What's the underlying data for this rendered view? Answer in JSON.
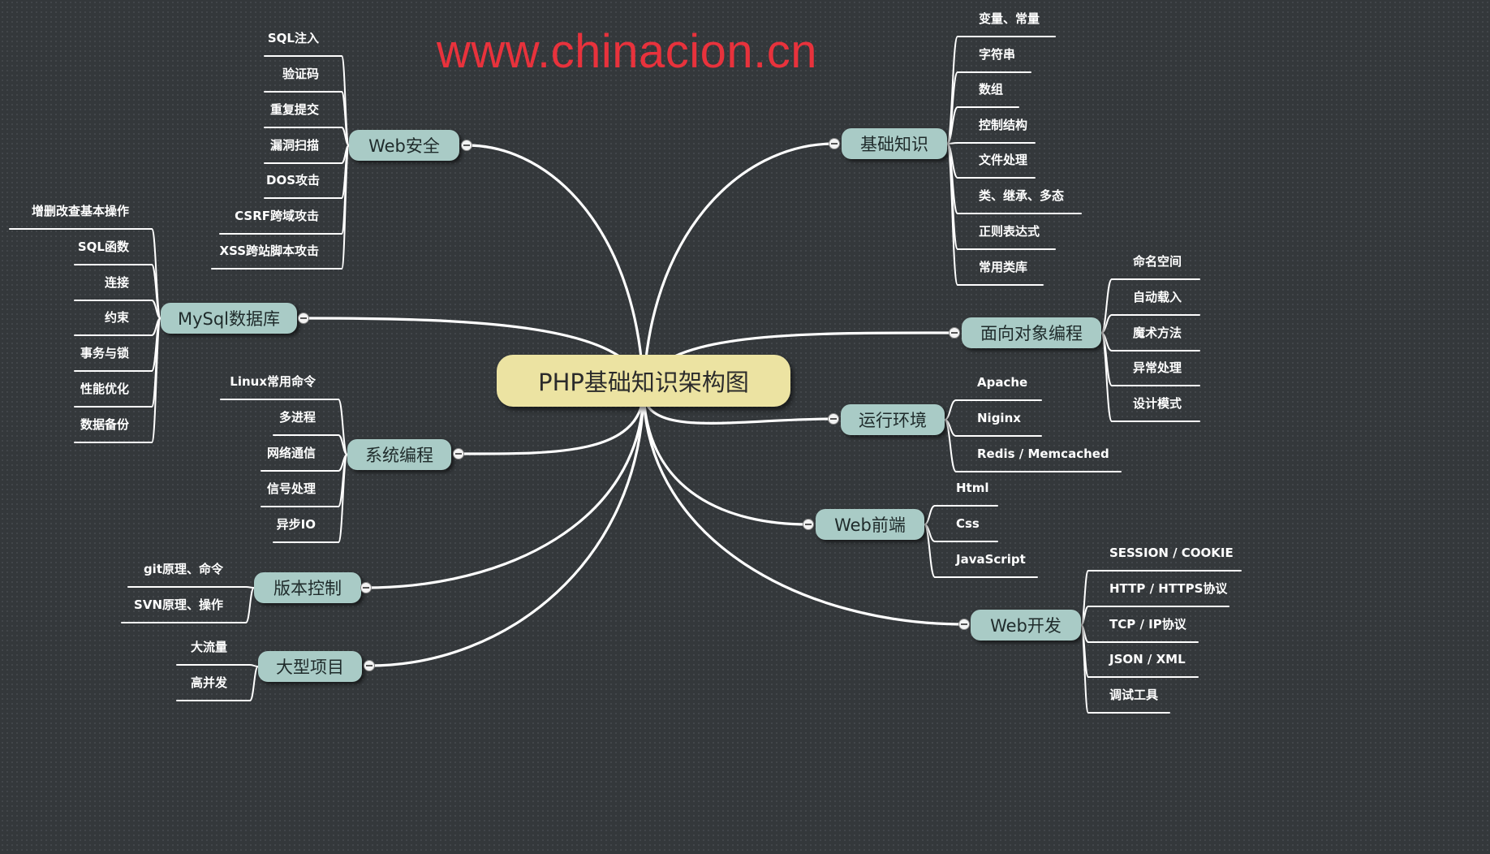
{
  "watermark": "www.chinacion.cn",
  "center": "PHP基础知识架构图",
  "branches": [
    {
      "label": "Web安全",
      "side": "left",
      "leaves": [
        "SQL注入",
        "验证码",
        "重复提交",
        "漏洞扫描",
        "DOS攻击",
        "CSRF跨域攻击",
        "XSS跨站脚本攻击"
      ]
    },
    {
      "label": "MySql数据库",
      "side": "left",
      "leaves": [
        "增删改查基本操作",
        "SQL函数",
        "连接",
        "约束",
        "事务与锁",
        "性能优化",
        "数据备份"
      ]
    },
    {
      "label": "系统编程",
      "side": "left",
      "leaves": [
        "Linux常用命令",
        "多进程",
        "网络通信",
        "信号处理",
        "异步IO"
      ]
    },
    {
      "label": "版本控制",
      "side": "left",
      "leaves": [
        "git原理、命令",
        "SVN原理、操作"
      ]
    },
    {
      "label": "大型项目",
      "side": "left",
      "leaves": [
        "大流量",
        "高并发"
      ]
    },
    {
      "label": "基础知识",
      "side": "right",
      "leaves": [
        "变量、常量",
        "字符串",
        "数组",
        "控制结构",
        "文件处理",
        "类、继承、多态",
        "正则表达式",
        "常用类库"
      ]
    },
    {
      "label": "面向对象编程",
      "side": "right",
      "leaves": [
        "命名空间",
        "自动载入",
        "魔术方法",
        "异常处理",
        "设计模式"
      ]
    },
    {
      "label": "运行环境",
      "side": "right",
      "leaves": [
        "Apache",
        "Niginx",
        "Redis / Memcached"
      ]
    },
    {
      "label": "Web前端",
      "side": "right",
      "leaves": [
        "Html",
        "Css",
        "JavaScript"
      ]
    },
    {
      "label": "Web开发",
      "side": "right",
      "leaves": [
        "SESSION / COOKIE",
        "HTTP / HTTPS协议",
        "TCP / IP协议",
        "JSON / XML",
        "调试工具"
      ]
    }
  ],
  "colors": {
    "background": "#34383b",
    "watermark": "#e8323c",
    "center_fill": "#ece3a2",
    "branch_fill": "#a9cbc6",
    "connector": "#ffffff",
    "leaf_text": "#ffffff"
  }
}
